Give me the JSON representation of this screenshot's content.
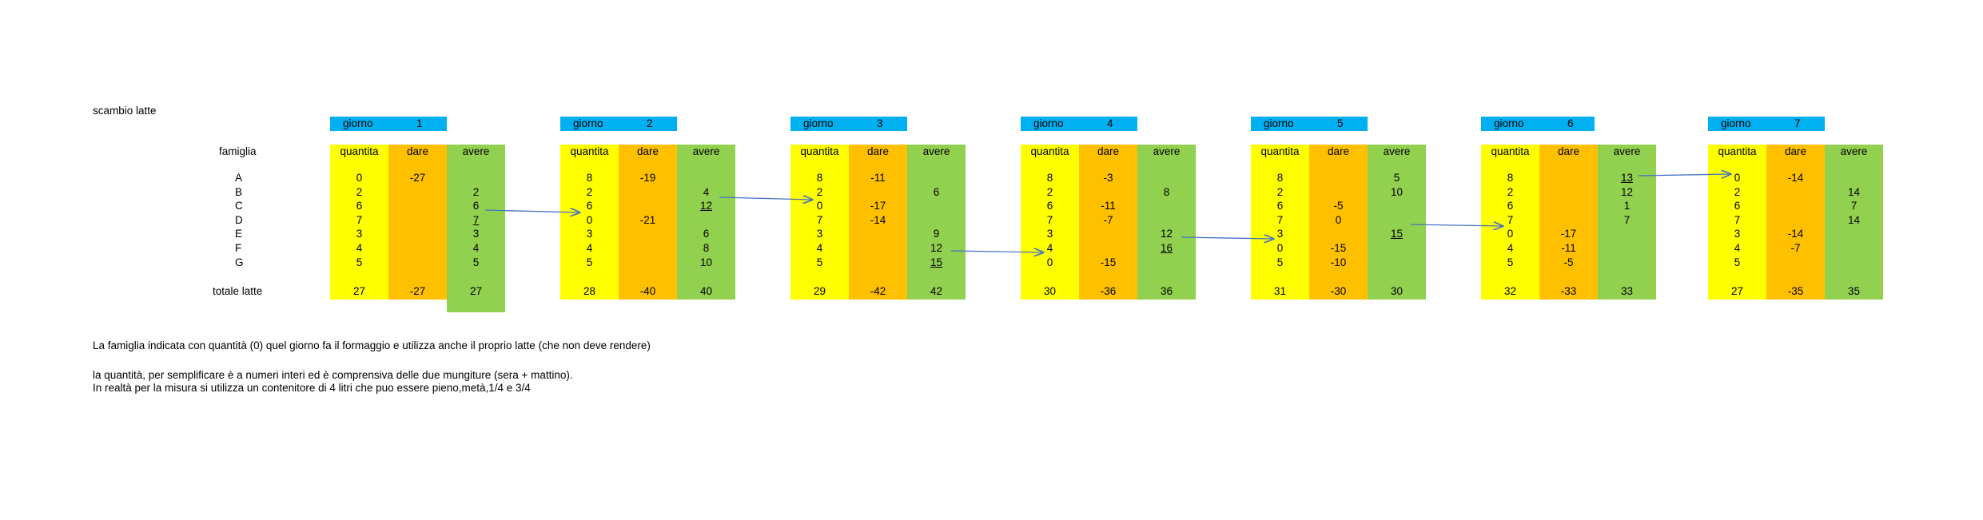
{
  "title": "scambio latte",
  "row_header": "famiglia",
  "families": [
    "A",
    "B",
    "C",
    "D",
    "E",
    "F",
    "G"
  ],
  "total_label": "totale latte",
  "col_labels": {
    "q": "quantita",
    "d": "dare",
    "a": "avere"
  },
  "day_label": "giorno",
  "days": [
    {
      "n": "1",
      "q": [
        "0",
        "2",
        "6",
        "7",
        "3",
        "4",
        "5"
      ],
      "d": [
        "-27",
        "",
        "",
        "",
        "",
        "",
        ""
      ],
      "a": [
        "",
        "2",
        "6",
        "7",
        "3",
        "4",
        "5"
      ],
      "tq": "27",
      "td": "-27",
      "ta": "27",
      "underline": [
        3
      ]
    },
    {
      "n": "2",
      "q": [
        "8",
        "2",
        "6",
        "0",
        "3",
        "4",
        "5"
      ],
      "d": [
        "-19",
        "",
        "",
        "-21",
        "",
        "",
        ""
      ],
      "a": [
        "",
        "4",
        "12",
        "",
        "6",
        "8",
        "10"
      ],
      "tq": "28",
      "td": "-40",
      "ta": "40",
      "underline": [
        2
      ]
    },
    {
      "n": "3",
      "q": [
        "8",
        "2",
        "0",
        "7",
        "3",
        "4",
        "5"
      ],
      "d": [
        "-11",
        "",
        "-17",
        "-14",
        "",
        "",
        ""
      ],
      "a": [
        "",
        "6",
        "",
        "",
        "9",
        "12",
        "15"
      ],
      "tq": "29",
      "td": "-42",
      "ta": "42",
      "underline": [
        6
      ]
    },
    {
      "n": "4",
      "q": [
        "8",
        "2",
        "6",
        "7",
        "3",
        "4",
        "0"
      ],
      "d": [
        "-3",
        "",
        "-11",
        "-7",
        "",
        "",
        "-15"
      ],
      "a": [
        "",
        "8",
        "",
        "",
        "12",
        "16",
        ""
      ],
      "tq": "30",
      "td": "-36",
      "ta": "36",
      "underline": [
        5
      ]
    },
    {
      "n": "5",
      "q": [
        "8",
        "2",
        "6",
        "7",
        "3",
        "0",
        "5"
      ],
      "d": [
        "",
        "",
        "-5",
        "0",
        "",
        "-15",
        "-10"
      ],
      "a": [
        "5",
        "10",
        "",
        "",
        "15",
        "",
        ""
      ],
      "tq": "31",
      "td": "-30",
      "ta": "30",
      "underline": [
        4
      ]
    },
    {
      "n": "6",
      "q": [
        "8",
        "2",
        "6",
        "7",
        "0",
        "4",
        "5"
      ],
      "d": [
        "",
        "",
        "",
        "",
        "-17",
        "-11",
        "-5"
      ],
      "a": [
        "13",
        "12",
        "1",
        "7",
        "",
        "",
        ""
      ],
      "tq": "32",
      "td": "-33",
      "ta": "33",
      "underline": [
        0
      ]
    },
    {
      "n": "7",
      "q": [
        "0",
        "2",
        "6",
        "7",
        "3",
        "4",
        "5"
      ],
      "d": [
        "-14",
        "",
        "",
        "",
        "-14",
        "-7",
        ""
      ],
      "a": [
        "",
        "14",
        "7",
        "14",
        "",
        "",
        ""
      ],
      "tq": "27",
      "td": "-35",
      "ta": "35",
      "underline": []
    }
  ],
  "notes": [
    "La famiglia indicata con quantità (0) quel giorno fa il formaggio e  utilizza anche il proprio latte (che non deve rendere)",
    "la quantità, per semplificare  è a numeri interi ed è comprensiva delle due mungiture (sera + mattino).",
    "In realtà per la misura si utilizza un contenitore di 4  litri che puo essere pieno,metà,1/4 e 3/4"
  ],
  "colors": {
    "header": "#00b0f0",
    "quantita": "#ffff00",
    "dare": "#ffc000",
    "avere": "#92d050",
    "arrow": "#4472c4"
  }
}
